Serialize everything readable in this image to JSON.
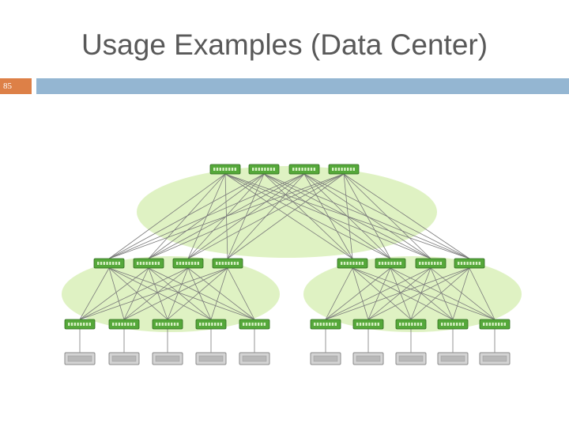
{
  "slide": {
    "title": "Usage Examples (Data Center)",
    "number": "85"
  },
  "colors": {
    "number_box": "#dd8047",
    "header_rule": "#94b6d2",
    "zone_fill": "#d9f0b8",
    "switch_fill": "#55a83a",
    "switch_stroke": "#2f6b1e",
    "link": "#7a7a7a",
    "server_fill": "#d4d4d4",
    "server_stroke": "#8a8a8a"
  },
  "topology": {
    "zones": [
      "core-zone",
      "pod-left-zone",
      "pod-right-zone"
    ],
    "tiers": [
      {
        "name": "core",
        "role": "switch",
        "count": 4
      },
      {
        "name": "aggregation",
        "role": "switch",
        "count": 8
      },
      {
        "name": "edge",
        "role": "switch",
        "count": 10
      },
      {
        "name": "hosts",
        "role": "server",
        "count": 10
      }
    ],
    "pods": 2,
    "aggregation_per_pod": 4,
    "edge_per_pod": 5,
    "hosts_per_edge": 1,
    "core_to_aggregation": "full-mesh",
    "aggregation_to_edge": "full-mesh-within-pod"
  }
}
